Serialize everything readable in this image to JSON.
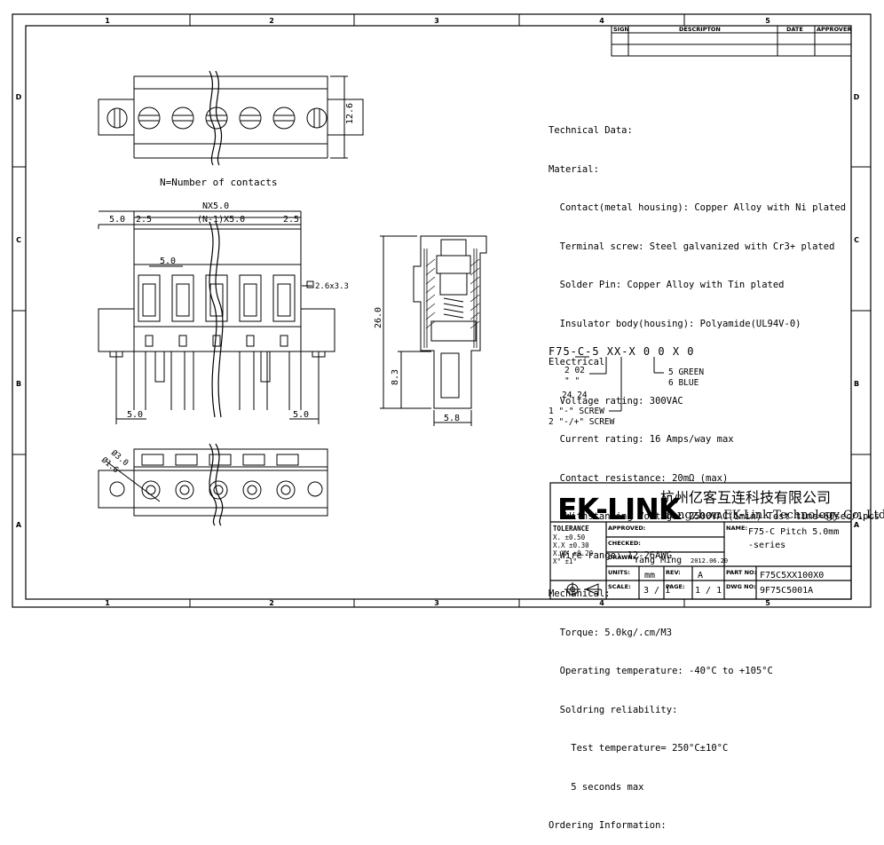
{
  "frame": {
    "columns": [
      "1",
      "2",
      "3",
      "4",
      "5"
    ],
    "rows": [
      "D",
      "C",
      "B",
      "A"
    ]
  },
  "revision_block": {
    "headers": [
      "SIGN",
      "DESCRIPTON",
      "DATE",
      "APPROVER"
    ]
  },
  "drawing": {
    "n_label": "N=Number of contacts",
    "dims": {
      "height_top": "12.6",
      "nx5": "NX5.0",
      "n1x5": "(N-1)X5.0",
      "left5": "5.0",
      "left25": "2.5",
      "right25": "2.5",
      "pitch": "5.0",
      "hole": "2.6x3.3",
      "bottom_left": "5.0",
      "bottom_right": "5.0",
      "side_height": "26.0",
      "side_lower": "8.3",
      "side_width": "5.8",
      "d30": "Ø3.0",
      "d16": "Ø1.6"
    }
  },
  "tech": {
    "lines": [
      "Technical Data:",
      "Material:",
      "  Contact(metal housing): Copper Alloy with Ni plated",
      "  Terminal screw: Steel galvanized with Cr3+ plated",
      "  Solder Pin: Copper Alloy with Tin plated",
      "  Insulator body(housing): Polyamide(UL94V-0)",
      "Electrical",
      "  Voltage rating: 300VAC",
      "  Current rating: 16 Amps/way max",
      "  Contact resistance: 20mΩ (max)",
      "   Withstanding Voltage: 2500VAC(1min) Test time=60sec/1pcs",
      "  Wire range: 12-26AWG",
      "Mechanical:",
      "  Torque: 5.0kg/.cm/M3",
      "  Operating temperature: -40°C to +105°C",
      "  Soldring reliability:",
      "    Test temperature= 250°C±10°C",
      "    5 seconds max",
      "Ordering Information:"
    ],
    "part_code": "F75-C-5 XX-X 0 0 X 0",
    "opt_02": "2  02",
    "opt_dash": "\"  \"",
    "opt_24": "24  24",
    "opt_green": "5  GREEN",
    "opt_blue": "6  BLUE",
    "opt_screw1": "1  \"-\" SCREW",
    "opt_screw2": "2  \"-/+\" SCREW"
  },
  "title_block": {
    "logo": "EK-LINK",
    "company_cn": "杭州亿客互连科技有限公司",
    "company_en": "Hangzhou EK-Link Technology Co.,Ltd",
    "tolerance_title": "TOLERANCE",
    "tolerances": [
      "X.    ±0.50",
      "X.X   ±0.30",
      "X.XX ±0.20",
      "X°    ±1°"
    ],
    "approved": "APPROVED:",
    "checked": "CHECKED:",
    "drawn_label": "DRAWN:",
    "drawn_by": "Yang Ming",
    "drawn_date": "2012.06.20",
    "units_label": "UNITS:",
    "units": "mm",
    "rev_label": "REV:",
    "rev": "A",
    "scale_label": "SCALE:",
    "scale": "3 / 1",
    "page_label": "PAGE:",
    "page": "1 / 1",
    "name_label": "NAME:",
    "name_line1": "F75-C  Pitch 5.0mm",
    "name_line2": "-series",
    "part_no_label": "PART NO:",
    "part_no": "F75C5XX100X0",
    "dwg_no_label": "DWG NO:",
    "dwg_no": "9F75C5001A"
  }
}
